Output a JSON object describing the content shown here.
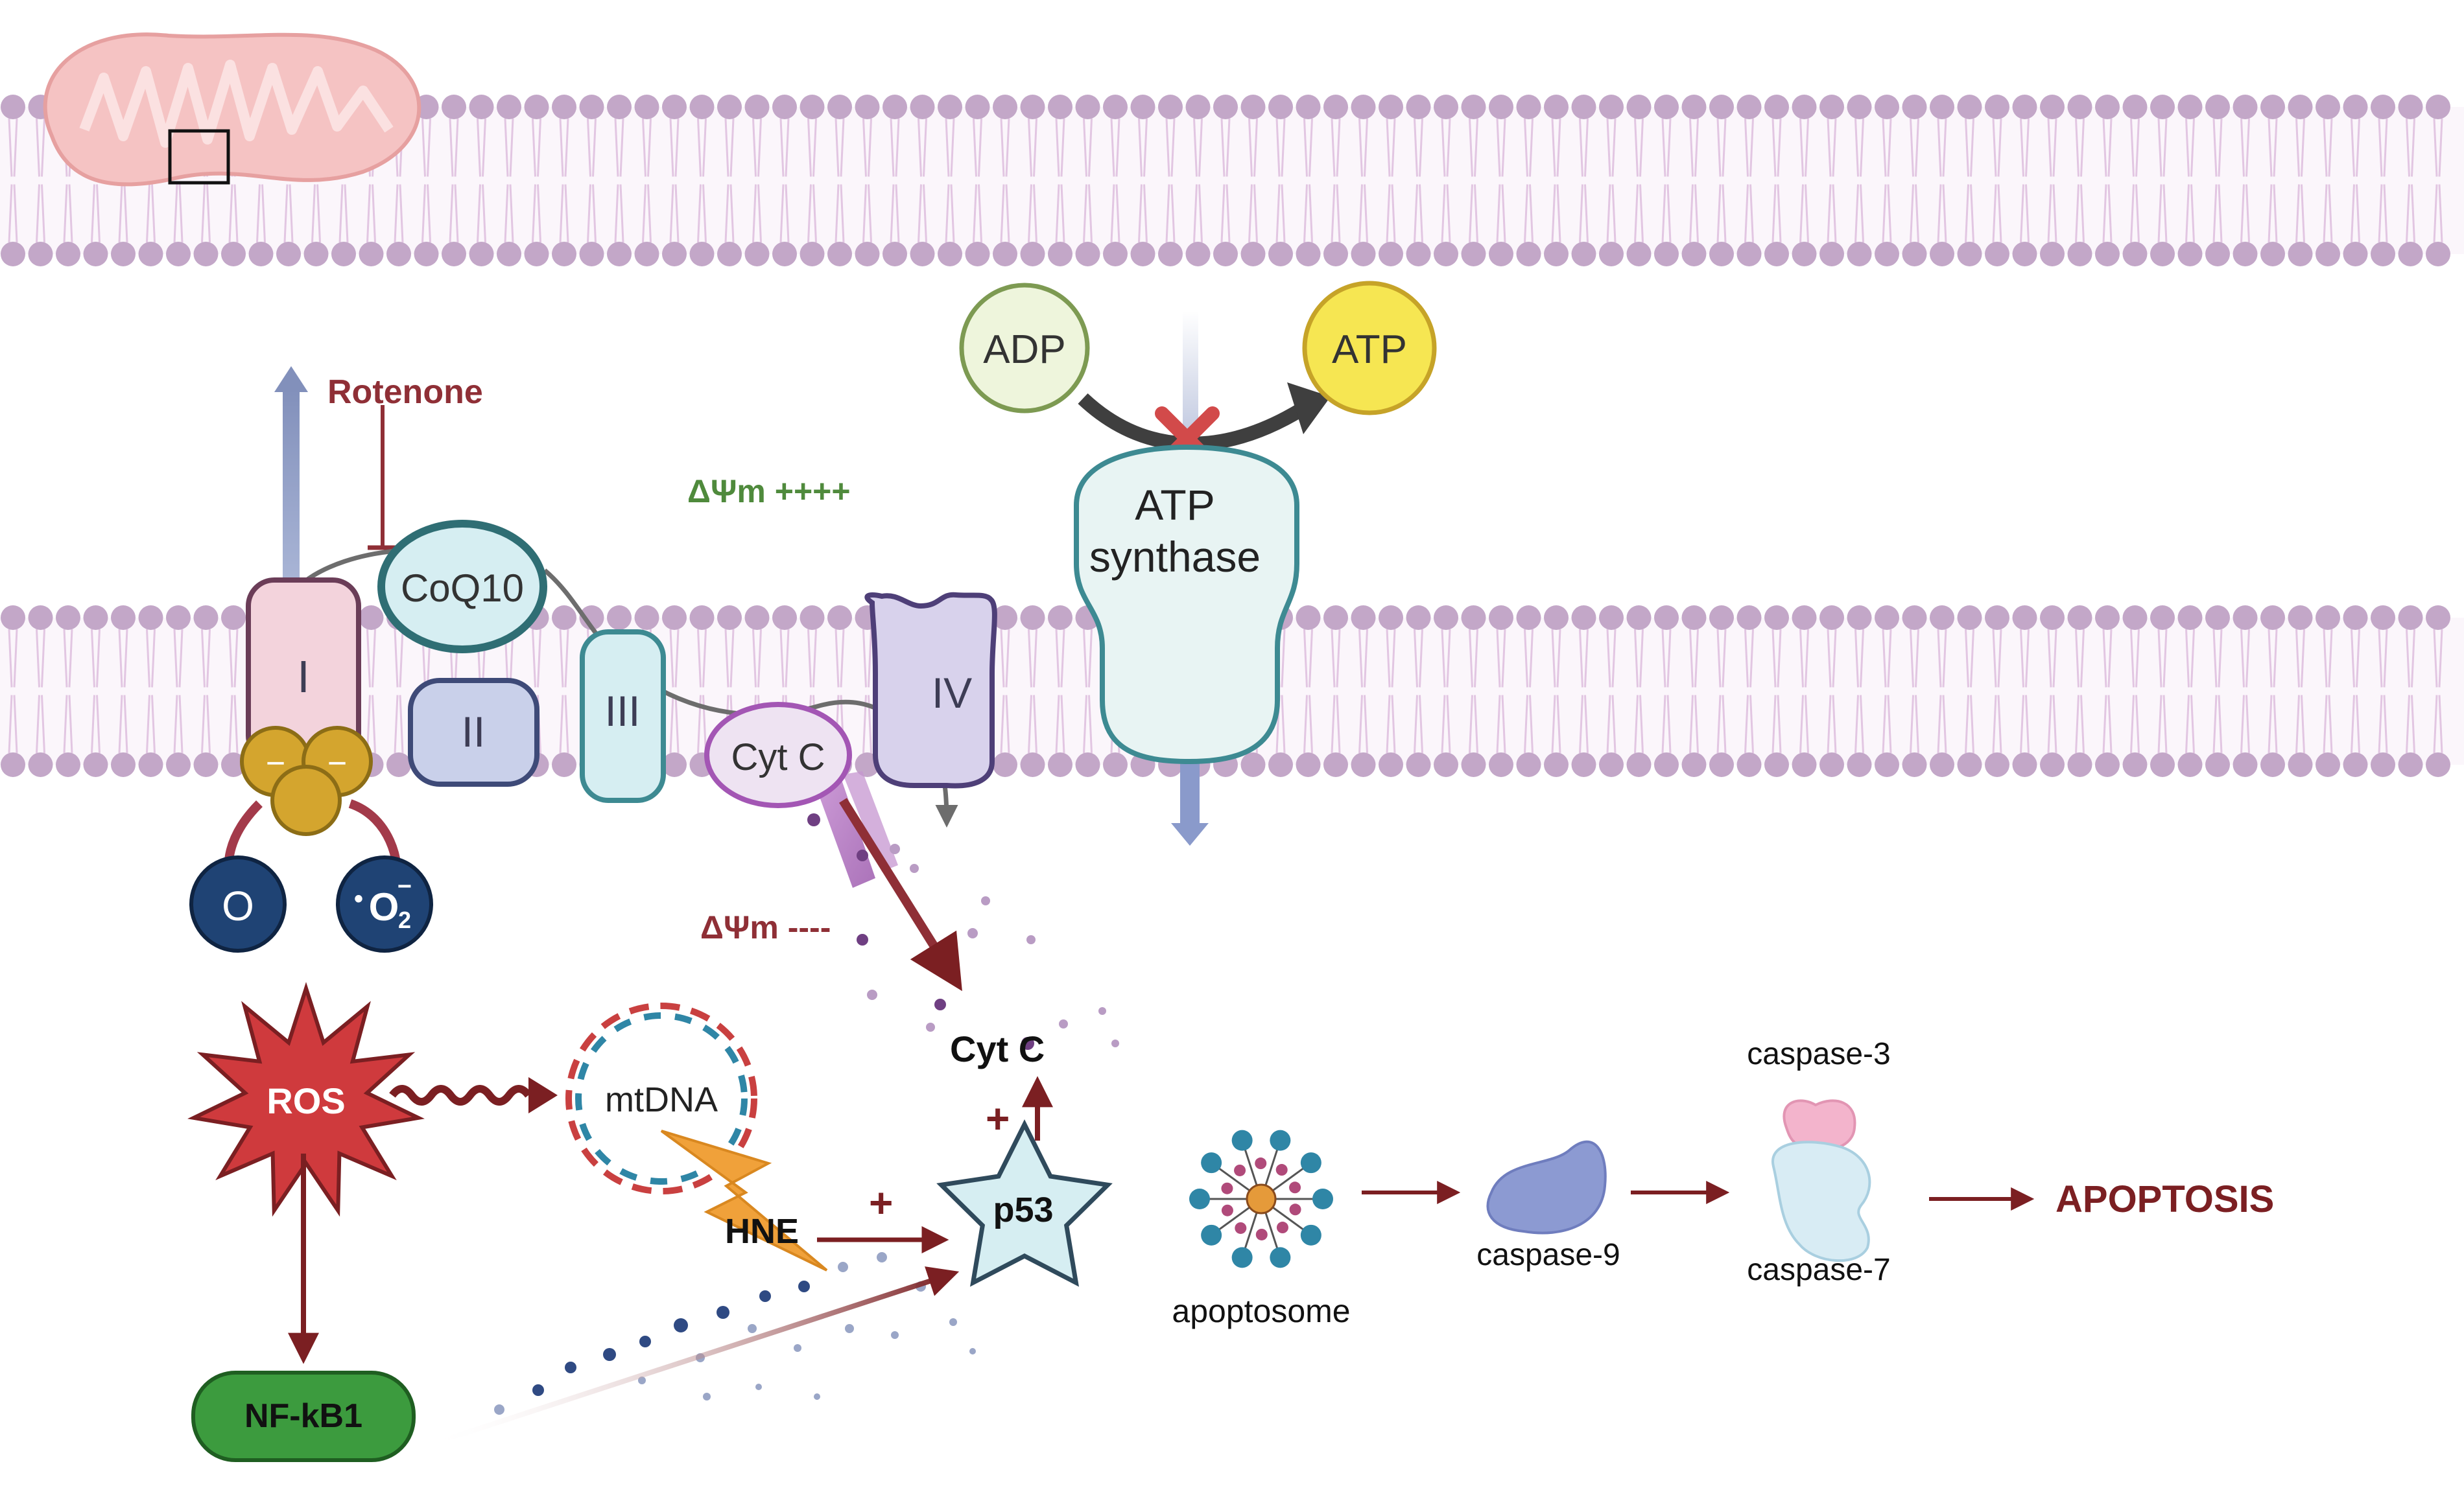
{
  "colors": {
    "lipid_head": "#c3a7c8",
    "lipid_tail": "#dcc3dc",
    "membrane_bg": "#faf4fa",
    "dark_red": "#7b1f22",
    "label_red": "#8f2f36",
    "green_text": "#4f8a3c",
    "navy": "#1f4374",
    "complex_blue": "#c9d0ea",
    "complex_cyan": "#d6eef2",
    "teal_border": "#3d8a92"
  },
  "labels": {
    "rotenone": "Rotenone",
    "dpsi_high": "ΔΨm ++++",
    "dpsi_low": "ΔΨm ----",
    "plus1": "+",
    "plus2": "+",
    "apoptosis": "APOPTOSIS"
  },
  "complexes": {
    "c1": "I",
    "c2": "II",
    "c3": "III",
    "c4": "IV",
    "coq10": "CoQ10",
    "cytc_membrane": "Cyt C",
    "cytc_released": "Cyt C"
  },
  "electrons": {
    "minus1": "−",
    "minus2": "−"
  },
  "oxygen": {
    "o": "O",
    "superoxide_base": "O",
    "superoxide_dot": "•",
    "superoxide_sub": "2",
    "superoxide_sup": "−"
  },
  "atp": {
    "adp": "ADP",
    "atp": "ATP",
    "synthase_line1": "ATP",
    "synthase_line2": "synthase"
  },
  "pathway": {
    "ros": "ROS",
    "mtdna": "mtDNA",
    "hne": "HNE",
    "p53": "p53",
    "nfkb1": "NF-kB1",
    "apoptosome": "apoptosome",
    "caspase9": "caspase-9",
    "caspase3": "caspase-3",
    "caspase7": "caspase-7"
  }
}
